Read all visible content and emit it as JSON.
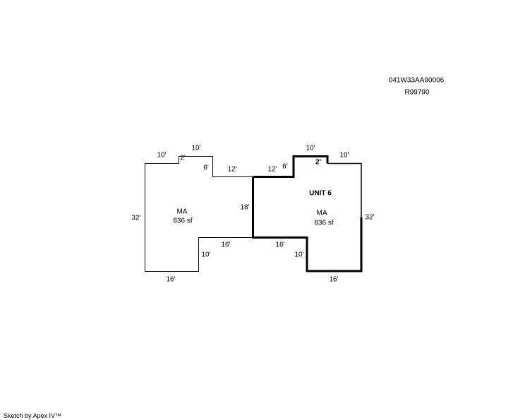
{
  "header": {
    "parcel_id": "041W33AA90006",
    "account": "R99790"
  },
  "sketch": {
    "left_area": {
      "code": "MA",
      "area": "836 sf"
    },
    "right_area": {
      "title": "UNIT 6",
      "code": "MA",
      "area": "836 sf"
    },
    "dimensions": [
      "10'",
      "10'",
      "2'",
      "6'",
      "12'",
      "12'",
      "6'",
      "10'",
      "2'",
      "10'",
      "32'",
      "18'",
      "32'",
      "16'",
      "16'",
      "10'",
      "10'",
      "16'",
      "16'"
    ],
    "colors": {
      "line": "#000000",
      "background": "#ffffff"
    }
  },
  "footer": {
    "credit": "Sketch by Apex IV™"
  }
}
